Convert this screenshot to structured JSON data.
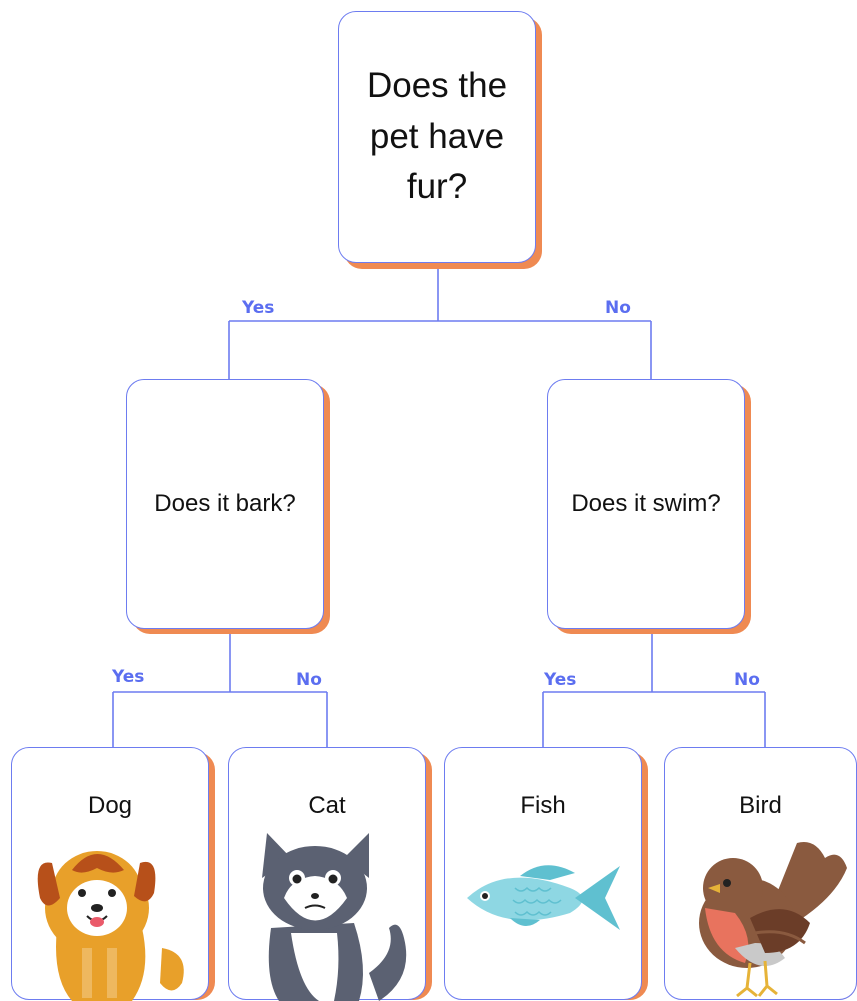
{
  "root": {
    "question": "Does the pet have fur?"
  },
  "left": {
    "question": "Does it bark?"
  },
  "right": {
    "question": "Does it swim?"
  },
  "edges": {
    "root_yes": "Yes",
    "root_no": "No",
    "left_yes": "Yes",
    "left_no": "No",
    "right_yes": "Yes",
    "right_no": "No"
  },
  "leaves": {
    "dog": "Dog",
    "cat": "Cat",
    "fish": "Fish",
    "bird": "Bird"
  },
  "colors": {
    "line": "#6d7cf0",
    "label": "#5b6ef0",
    "shadow": "#ef8a52"
  }
}
